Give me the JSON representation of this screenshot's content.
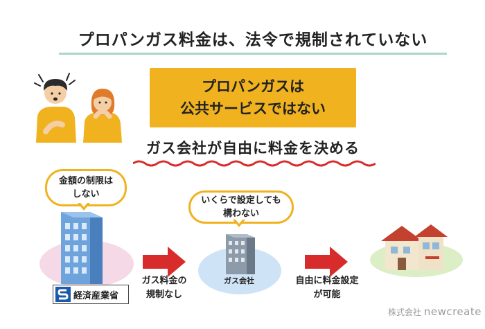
{
  "title": "プロパンガス料金は、法令で規制されていない",
  "headline_box": {
    "line1": "プロパンガスは",
    "line2": "公共サービスではない"
  },
  "subtitle": "ガス会社が自由に料金を決める",
  "meti": {
    "bubble_line1": "金額の制限は",
    "bubble_line2": "しない",
    "label": "経済産業省"
  },
  "arrow1_caption": {
    "line1": "ガス料金の",
    "line2": "規制なし"
  },
  "gas_company": {
    "bubble_line1": "いくらで設定しても",
    "bubble_line2": "構わない",
    "label": "ガス会社"
  },
  "arrow2_caption": {
    "line1": "自由に料金設定",
    "line2": "が可能"
  },
  "footer": {
    "company_prefix": "株式会社",
    "brand": "newcreate"
  },
  "colors": {
    "accent_yellow": "#f0b21f",
    "arrow_red": "#d82c2c",
    "wave_red": "#d82c2c",
    "rule_green": "#a9d6c6",
    "meti_circle": "#f6d9e6",
    "gas_circle": "#cfe3f6",
    "house_circle": "#dbeec6"
  }
}
